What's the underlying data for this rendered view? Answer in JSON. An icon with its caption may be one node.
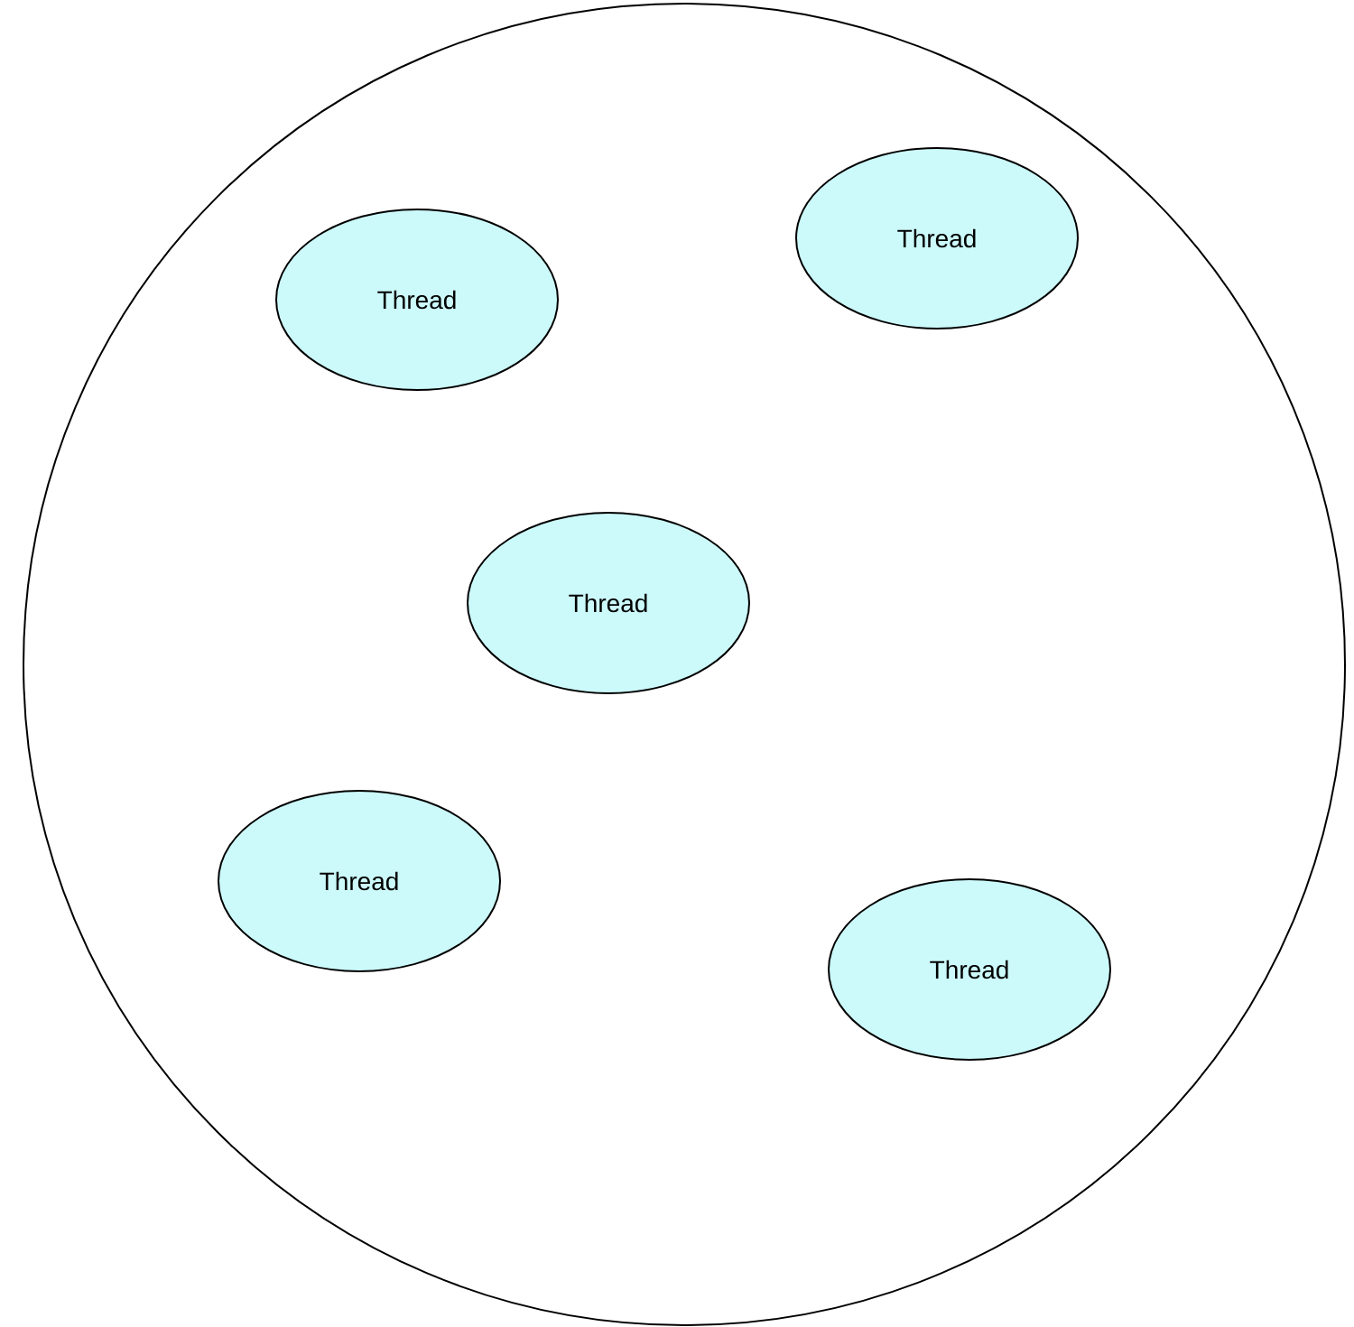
{
  "diagram": {
    "nodes": [
      {
        "text": [],
        "shape": "circle"
      },
      {
        "text": [
          "Thread"
        ],
        "in": 0
      },
      {
        "text": [
          "Thread"
        ],
        "in": 0
      },
      {
        "text": [
          "Thread"
        ],
        "in": 0
      },
      {
        "text": [
          "Thread"
        ],
        "in": 0
      },
      {
        "text": [
          "Thread"
        ],
        "in": 0
      }
    ]
  }
}
